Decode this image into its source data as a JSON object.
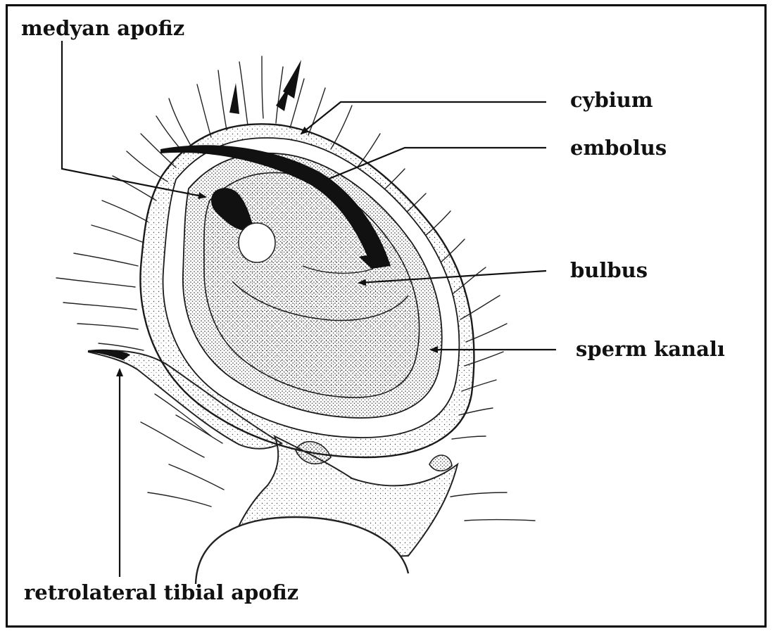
{
  "labels": {
    "medyan_apofiz": "medyan apofiz",
    "cybium": "cybium",
    "embolus": "embolus",
    "bulbus": "bulbus",
    "sperm_kanali": "sperm kanalı",
    "retrolateral_tibial_apofiz": "retrolateral tibial apofiz"
  },
  "colors": {
    "ink": "#111111",
    "background": "#ffffff",
    "border": "#000000"
  }
}
